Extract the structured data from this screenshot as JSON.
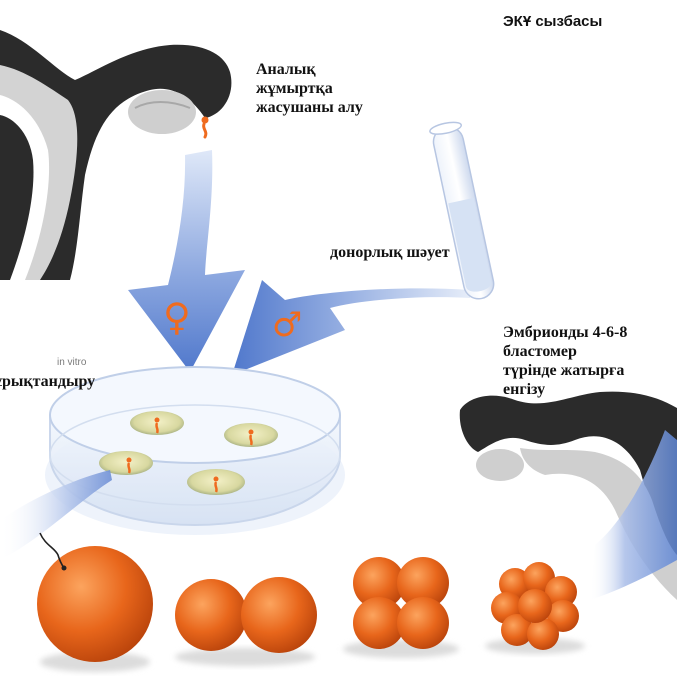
{
  "title": "ЭКҰ сызбасы",
  "labels": {
    "egg_retrieval": [
      "Аналық",
      "жұмыртқа",
      "жасушаны алу"
    ],
    "donor_sperm": "донорлық шәует",
    "fertilization_prefix": "in vitro",
    "fertilization": "ұрықтандыру",
    "embryo_transfer": [
      "Эмбрионды 4-6-8",
      "бластомер",
      "түрінде жатырға",
      "енгізу"
    ]
  },
  "symbols": {
    "female": "♀",
    "male": "♂"
  },
  "colors": {
    "arrow_blue": "#5f86d4",
    "symbol_orange": "#ef6b1f",
    "embryo_orange": "#e8661b",
    "anatomy_dark": "#2b2b2b",
    "anatomy_gray": "#cfcfcf"
  },
  "icons": {
    "uterus_top": "uterus-icon",
    "uterus_right": "uterus-icon",
    "test_tube": "test-tube-icon",
    "petri_dish": "petri-dish-icon"
  },
  "embryo_stages": [
    "1-cell",
    "2-cell",
    "4-cell",
    "8-cell"
  ]
}
